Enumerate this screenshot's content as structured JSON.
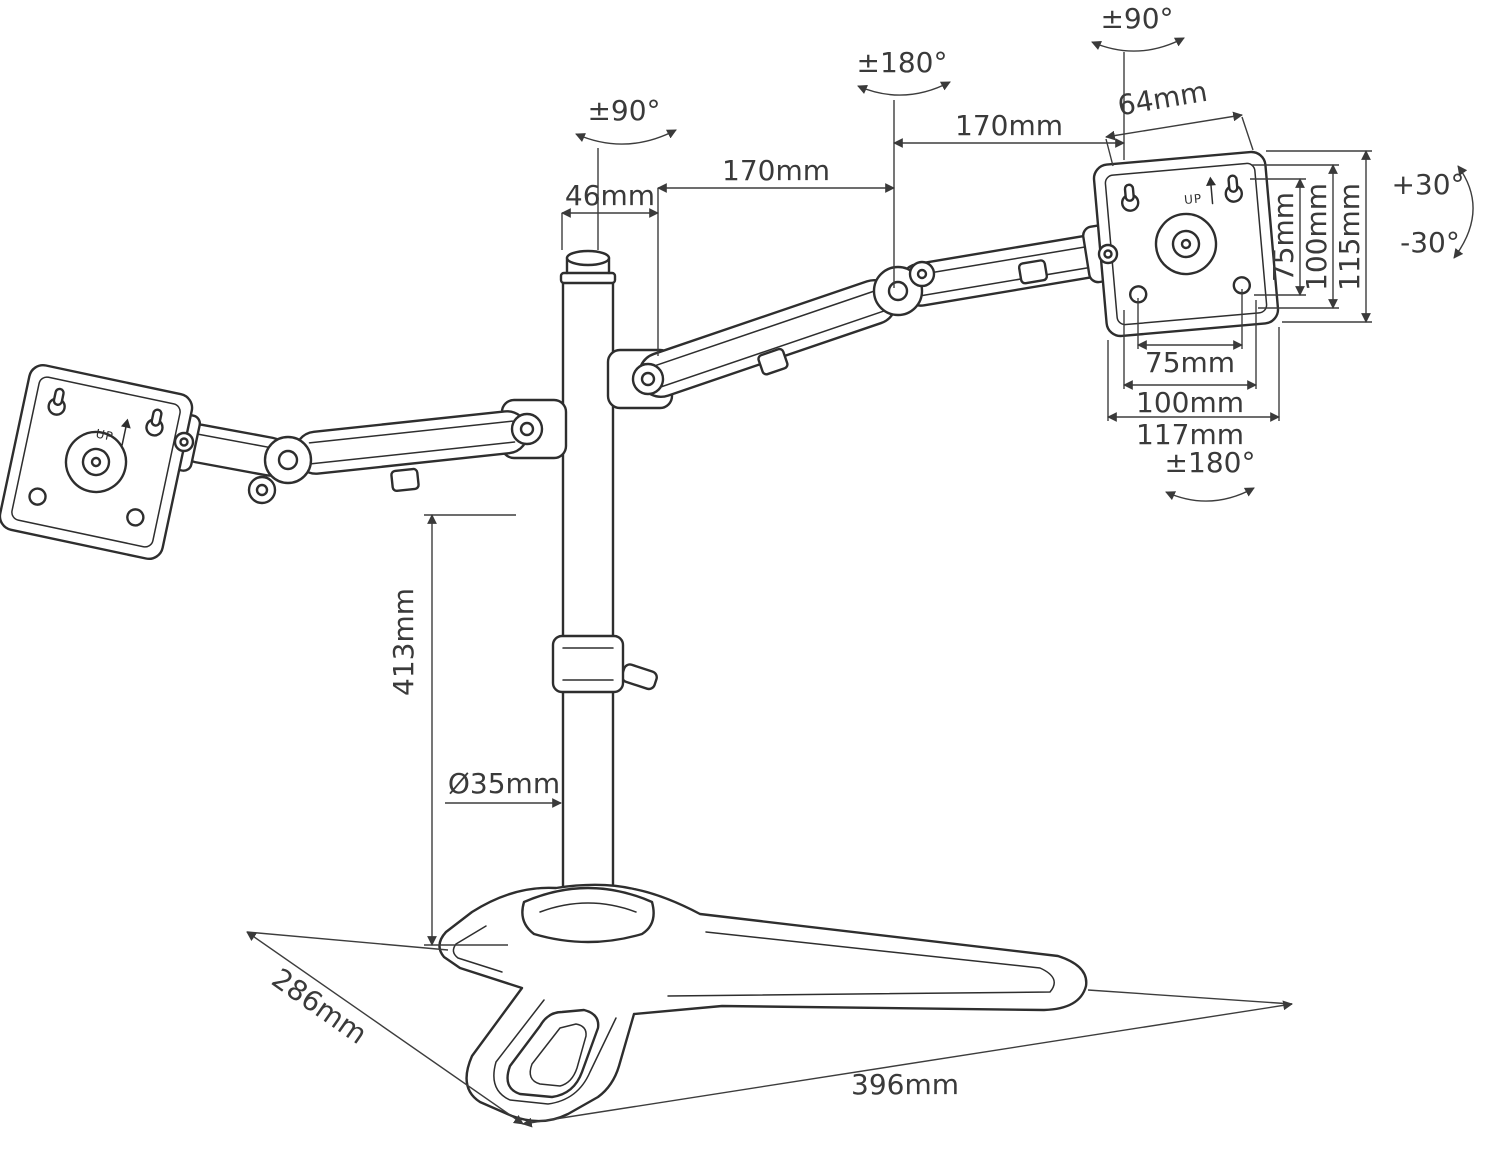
{
  "diagram": {
    "angles": {
      "pole_swivel": "±90°",
      "elbow_swivel": "±180°",
      "head_swivel": "±90°",
      "plate_rotation": "±180°",
      "tilt_up": "+30°",
      "tilt_down": "-30°"
    },
    "dimensions": {
      "pole_cap_width": "46mm",
      "arm_segment_inner": "170mm",
      "arm_segment_outer": "170mm",
      "bracket_depth": "64mm",
      "vesa_vertical_75": "75mm",
      "vesa_vertical_100": "100mm",
      "plate_height": "115mm",
      "vesa_horizontal_75": "75mm",
      "vesa_horizontal_100": "100mm",
      "plate_width": "117mm",
      "pole_height": "413mm",
      "pole_diameter": "Ø35mm",
      "base_depth": "286mm",
      "base_width": "396mm"
    },
    "markings": {
      "up": "UP"
    }
  }
}
